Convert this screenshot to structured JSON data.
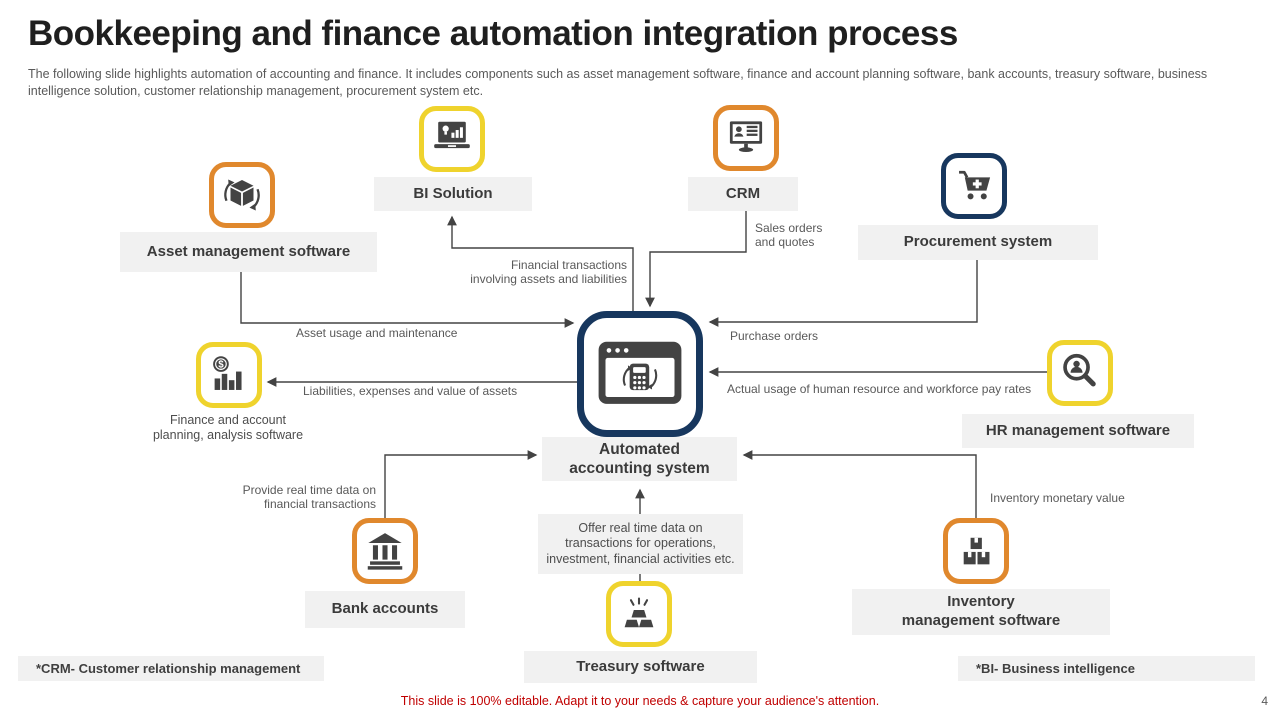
{
  "slide": {
    "title": "Bookkeeping and finance automation integration process",
    "subtitle": "The following slide highlights automation of accounting and finance. It includes components such as asset management software, finance and account planning software, bank accounts, treasury software, business intelligence solution, customer relationship management, procurement system etc.",
    "footer_note": "This slide is 100% editable. Adapt it to your needs & capture your audience's attention.",
    "page_number": "4"
  },
  "colors": {
    "orange": "#E0882D",
    "yellow": "#EFD32D",
    "navy": "#17375E",
    "ink": "#434343",
    "label_bg": "#F1F1F1",
    "muted": "#595959",
    "red": "#C00000"
  },
  "nodes": {
    "asset": {
      "label": "Asset management software",
      "icon": "cube-sync-icon"
    },
    "bi": {
      "label": "BI Solution",
      "icon": "laptop-analytics-icon"
    },
    "crm": {
      "label": "CRM",
      "icon": "monitor-contact-icon"
    },
    "procurement": {
      "label": "Procurement system",
      "icon": "cart-plus-icon"
    },
    "finance": {
      "label": "Finance and account\nplanning, analysis software",
      "icon": "coin-bar-chart-icon"
    },
    "center": {
      "label": "Automated\naccounting system",
      "icon": "browser-calculator-icon"
    },
    "hr": {
      "label": "HR management software",
      "icon": "search-person-icon"
    },
    "bank": {
      "label": "Bank accounts",
      "icon": "bank-building-icon"
    },
    "treasury": {
      "label": "Treasury software",
      "icon": "gold-bars-icon"
    },
    "inventory": {
      "label": "Inventory\nmanagement software",
      "icon": "stacked-boxes-icon"
    },
    "offer_box": {
      "label": "Offer real time data on\ntransactions for operations,\ninvestment, financial activities etc."
    }
  },
  "edges": {
    "sales_orders": "Sales orders\nand quotes",
    "financial_transactions": "Financial transactions\ninvolving assets and liabilities",
    "asset_usage": "Asset usage and maintenance",
    "purchase_orders": "Purchase orders",
    "liabilities": "Liabilities, expenses and value of assets",
    "hr_usage": "Actual usage of human resource and workforce pay rates",
    "real_time_data": "Provide real time data on\nfinancial transactions",
    "inventory_value": "Inventory  monetary value"
  },
  "footnotes": {
    "crm": "*CRM- Customer relationship management",
    "bi": "*BI- Business  intelligence"
  }
}
